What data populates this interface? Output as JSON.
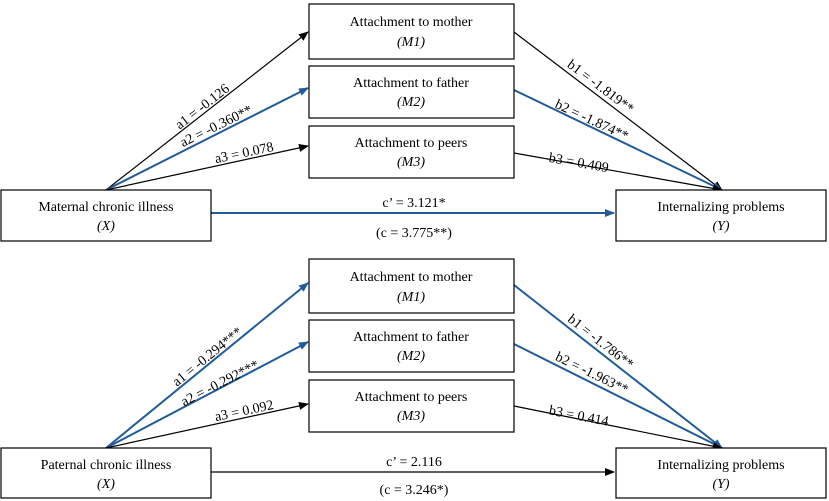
{
  "panels": [
    {
      "x_node": {
        "title": "Maternal chronic illness",
        "sym": "(X)"
      },
      "y_node": {
        "title": "Internalizing problems",
        "sym": "(Y)"
      },
      "m1": {
        "title": "Attachment  to mother",
        "sym": "(M1)"
      },
      "m2": {
        "title": "Attachment  to father",
        "sym": "(M2)"
      },
      "m3": {
        "title": "Attachment  to peers",
        "sym": "(M3)"
      },
      "a1": "a1 = -0.126",
      "a2": "a2 = -0.360**",
      "a3": "a3 = 0.078",
      "b1": "b1 = -1.819**",
      "b2": "b2 = -1.874**",
      "b3": "b3 = 0.409",
      "c_prime": "c’ = 3.121*",
      "c_total": "(c = 3.775**)"
    },
    {
      "x_node": {
        "title": "Paternal chronic illness",
        "sym": "(X)"
      },
      "y_node": {
        "title": "Internalizing problems",
        "sym": "(Y)"
      },
      "m1": {
        "title": "Attachment  to mother",
        "sym": "(M1)"
      },
      "m2": {
        "title": "Attachment  to father",
        "sym": "(M2)"
      },
      "m3": {
        "title": "Attachment  to peers",
        "sym": "(M3)"
      },
      "a1": "a1 = -0.294***",
      "a2": "a2 = -0.292***",
      "a3": "a3 = 0.092",
      "b1": "b1 = -1.786**",
      "b2": "b2 = -1.963**",
      "b3": "b3 = 0.414",
      "c_prime": "c’ = 2.116",
      "c_total": "(c = 3.246*)"
    }
  ],
  "colors": {
    "significant_path": "#1f5c99",
    "path": "#000000"
  }
}
